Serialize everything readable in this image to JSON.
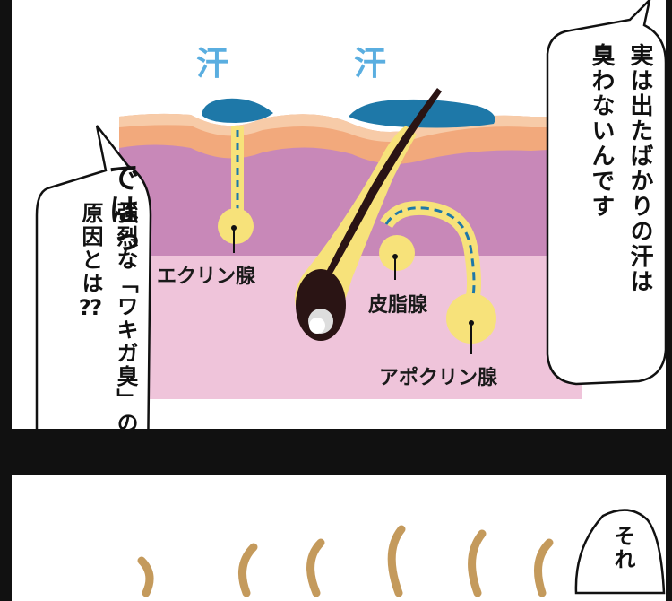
{
  "panel1": {
    "sweat_labels": [
      "汗",
      "汗"
    ],
    "gland_labels": {
      "eccrine": "エクリン腺",
      "sebaceous": "皮脂腺",
      "apocrine": "アポクリン腺"
    },
    "sfx": "ではっ",
    "right_bubble": [
      "実は出たばかりの汗は",
      "臭わないんです"
    ],
    "left_bubble": [
      "強烈な「ワキガ臭」の",
      "原因とは⁇"
    ]
  },
  "panel2": {
    "bubble_partial": "それ"
  },
  "colors": {
    "sweat_text": "#5aaee0",
    "skin_top": "#f2a97c",
    "dermis": "#c888b8",
    "subcutis": "#efc4da",
    "gland": "#f7e27a",
    "sweat_drop": "#1e78a8",
    "hair": "#2a1414",
    "odor_wave": "#c49a5c"
  }
}
